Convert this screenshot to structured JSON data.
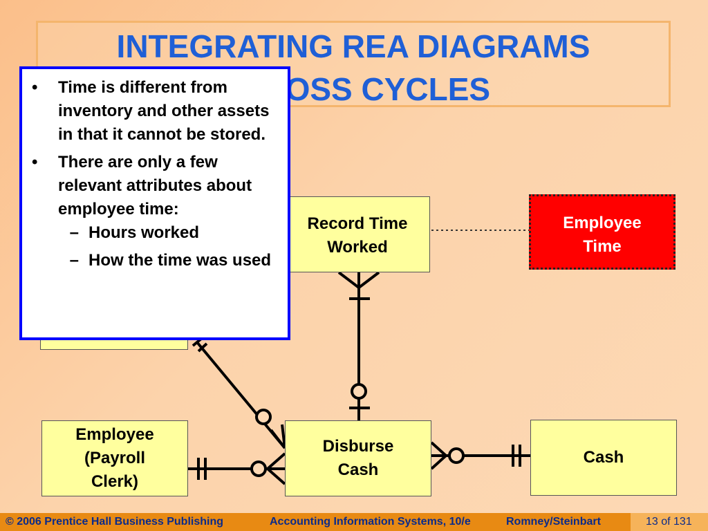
{
  "title": {
    "line1": "INTEGRATING REA DIAGRAMS",
    "line2": "ACROSS CYCLES"
  },
  "entities": {
    "record_time": "Record Time\nWorked",
    "employee_time": "Employee\nTime",
    "employee_payroll": "Employee\n(Payroll\nClerk)",
    "disburse_cash": "Disburse\nCash",
    "cash": "Cash"
  },
  "callout": {
    "bullet_mark": "•",
    "dash_mark": "–",
    "bullets": [
      "Time is different from inventory and other assets in that it cannot be stored.",
      "There are only a few relevant attributes about employee time:"
    ],
    "sub_bullets": [
      "Hours worked",
      "How the time was used"
    ]
  },
  "footer": {
    "copyright": "© 2006 Prentice Hall Business Publishing",
    "book": "Accounting Information Systems, 10/e",
    "authors": "Romney/Steinbart",
    "page": "13 of 131"
  },
  "colors": {
    "title": "#1f5fd6",
    "entity_fill": "#ffff9e",
    "highlight_entity_fill": "#ff0000",
    "callout_border": "#0000ff",
    "footer_bar": "#e88a13",
    "footer_text": "#0b2b8a"
  }
}
